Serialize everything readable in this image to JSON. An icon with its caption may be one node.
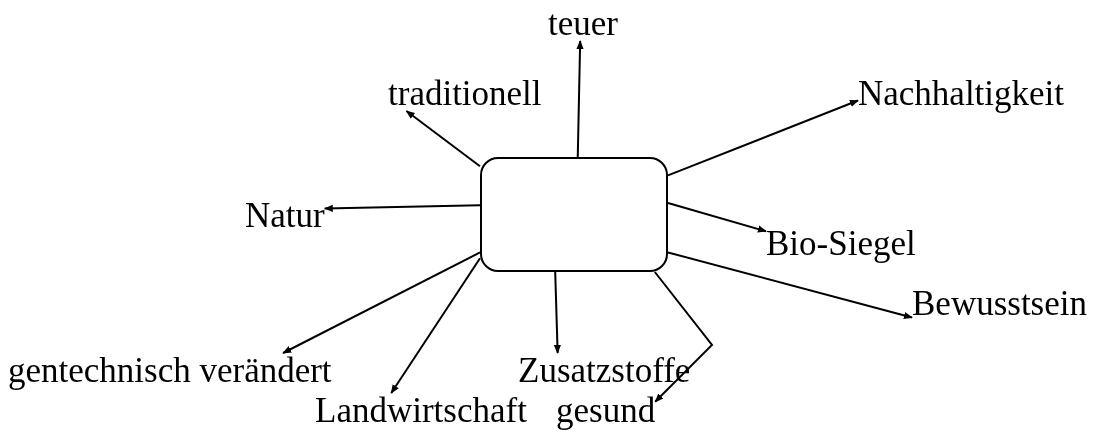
{
  "diagram": {
    "nodes": [
      {
        "text": [],
        "shape": "box"
      },
      {
        "text": [
          "teuer"
        ]
      },
      {
        "text": [
          "traditionell"
        ]
      },
      {
        "text": [
          "Nachhaltigkeit"
        ]
      },
      {
        "text": [
          "Natur"
        ]
      },
      {
        "text": [
          "Bio-Siegel"
        ]
      },
      {
        "text": [
          "Bewusstsein"
        ]
      },
      {
        "text": [
          "gentechnisch verändert"
        ]
      },
      {
        "text": [
          "Zusatzstoffe"
        ]
      },
      {
        "text": [
          "Landwirtschaft"
        ]
      },
      {
        "text": [
          "gesund"
        ]
      }
    ],
    "edges": [
      {
        "from": 0,
        "to": 1,
        "arrow": "to"
      },
      {
        "from": 0,
        "to": 2,
        "arrow": "to"
      },
      {
        "from": 0,
        "to": 3,
        "arrow": "to"
      },
      {
        "from": 0,
        "to": 4,
        "arrow": "to"
      },
      {
        "from": 0,
        "to": 5,
        "arrow": "to"
      },
      {
        "from": 0,
        "to": 6,
        "arrow": "to"
      },
      {
        "from": 0,
        "to": 7,
        "arrow": "to"
      },
      {
        "from": 0,
        "to": 8,
        "arrow": "to"
      },
      {
        "from": 0,
        "to": 9,
        "arrow": "to"
      },
      {
        "from": 0,
        "to": 10,
        "arrow": "to"
      }
    ]
  }
}
